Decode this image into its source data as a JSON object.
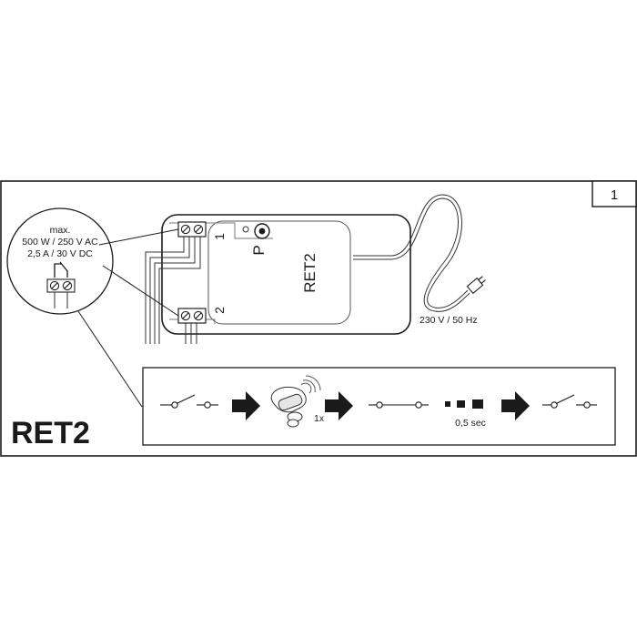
{
  "page_number": "1",
  "product_name": "RET2",
  "device_label": "RET2",
  "program_button_label": "P",
  "terminal_1_label": "1",
  "terminal_2_label": "2",
  "relay_rating": {
    "line1": "max.",
    "line2": "500 W / 250 V AC",
    "line3": "2,5 A / 30 V DC"
  },
  "power_supply_label": "230 V / 50 Hz",
  "sequence": {
    "press_count_label": "1x",
    "delay_label": "0,5 sec"
  }
}
